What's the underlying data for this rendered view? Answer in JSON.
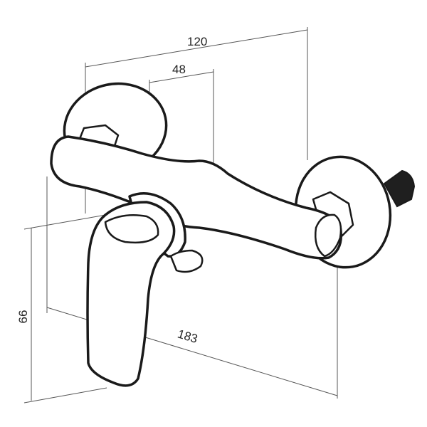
{
  "dimensions": {
    "overall_depth": "120",
    "center_spacing": "48",
    "height": "66",
    "overall_length": "183"
  },
  "colors": {
    "outline": "#1a1a1a",
    "dimension_line": "#555555",
    "background": "#ffffff"
  }
}
